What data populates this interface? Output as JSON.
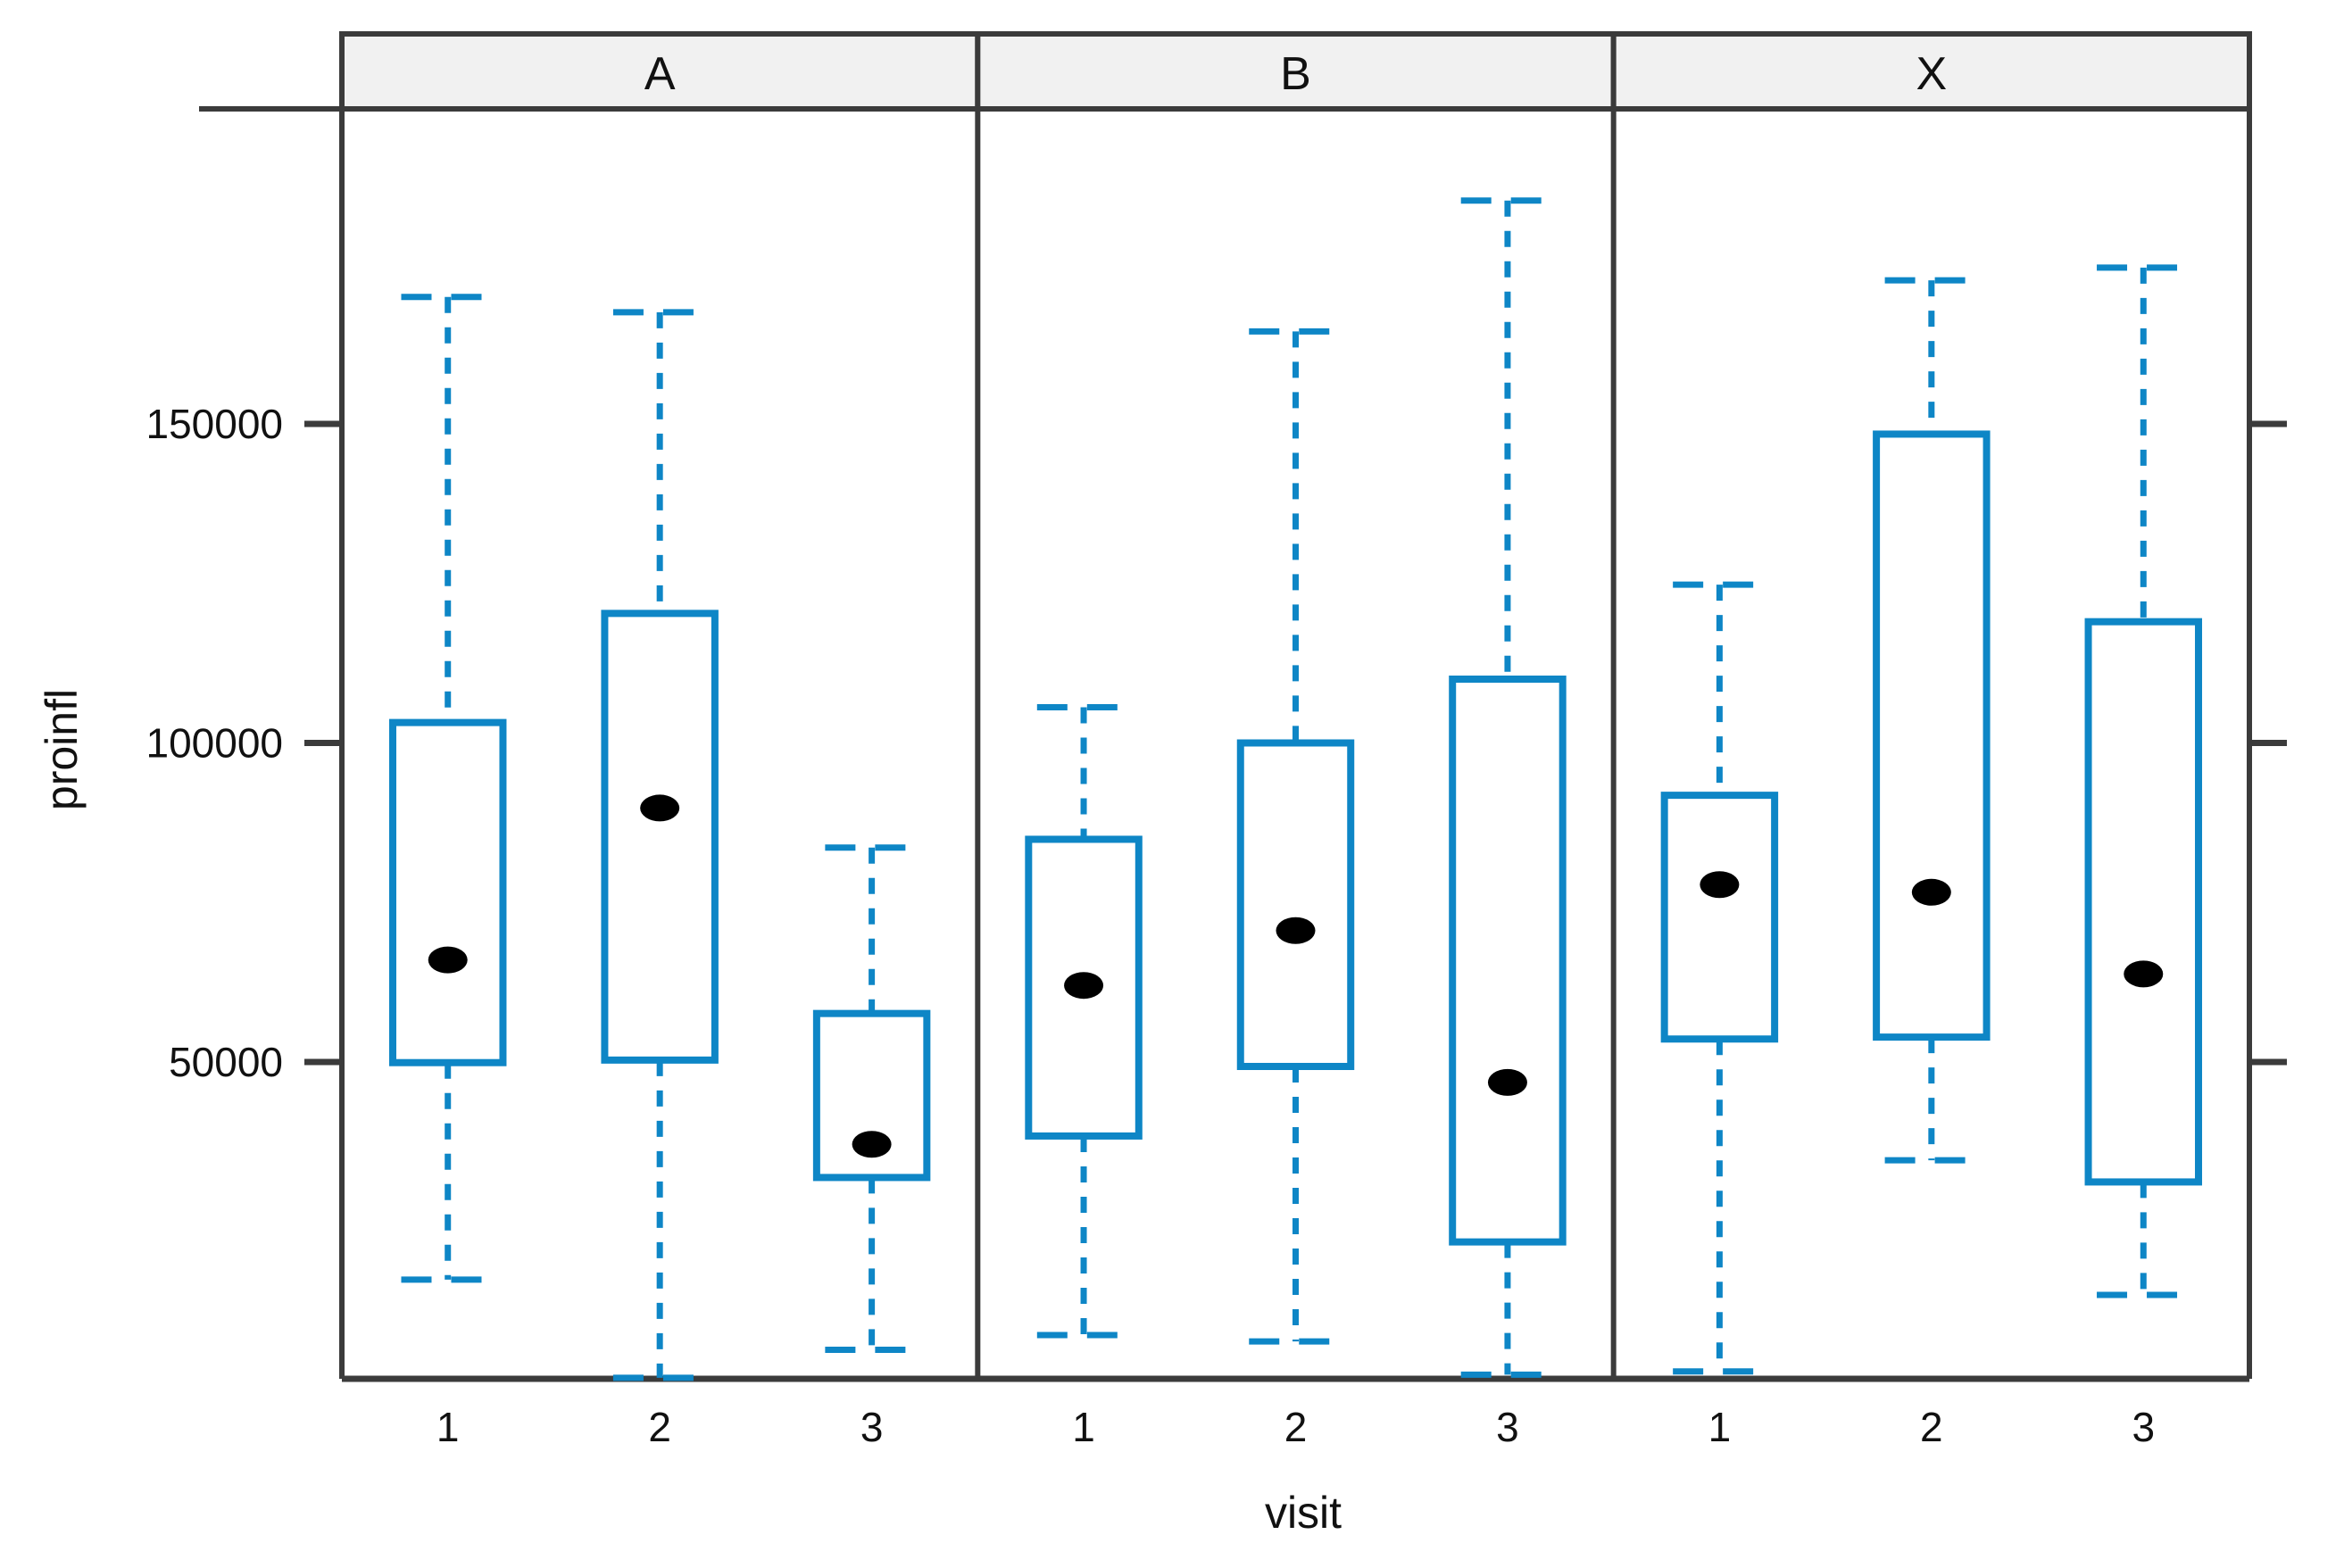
{
  "chart_data": {
    "type": "box",
    "title": "",
    "xlabel": "visit",
    "ylabel": "proinfl",
    "ylim": [
      0,
      195000
    ],
    "yticks": [
      50000,
      100000,
      150000
    ],
    "ytick_labels": [
      "50000",
      "100000",
      "150000"
    ],
    "grid": false,
    "legend": null,
    "panel_variable": "group",
    "panels": [
      "A",
      "B",
      "X"
    ],
    "categories": [
      "1",
      "2",
      "3"
    ],
    "box_color": "#0e86c6",
    "mean_marker_color": "#000000",
    "whisker_style": "dashed",
    "series": [
      {
        "panel": "A",
        "boxes": [
          {
            "category": "1",
            "lower_whisker": 15900,
            "q1": 49900,
            "median": null,
            "q3": 103200,
            "upper_whisker": 169900,
            "mean": 66000
          },
          {
            "category": "2",
            "lower_whisker": 500,
            "q1": 50300,
            "median": null,
            "q3": 120300,
            "upper_whisker": 167500,
            "mean": 89800
          },
          {
            "category": "3",
            "lower_whisker": 4900,
            "q1": 31900,
            "median": null,
            "q3": 57600,
            "upper_whisker": 83600,
            "mean": 37100
          }
        ]
      },
      {
        "panel": "B",
        "boxes": [
          {
            "category": "1",
            "lower_whisker": 7200,
            "q1": 38400,
            "median": null,
            "q3": 84900,
            "upper_whisker": 105600,
            "mean": 62000
          },
          {
            "category": "2",
            "lower_whisker": 6200,
            "q1": 49300,
            "median": null,
            "q3": 100000,
            "upper_whisker": 164500,
            "mean": 70600
          },
          {
            "category": "3",
            "lower_whisker": 1000,
            "q1": 21800,
            "median": null,
            "q3": 110000,
            "upper_whisker": 185000,
            "mean": 46800
          }
        ]
      },
      {
        "panel": "X",
        "boxes": [
          {
            "category": "1",
            "lower_whisker": 1500,
            "q1": 53600,
            "median": null,
            "q3": 91800,
            "upper_whisker": 124800,
            "mean": 77800
          },
          {
            "category": "2",
            "lower_whisker": 34600,
            "q1": 53900,
            "median": null,
            "q3": 148400,
            "upper_whisker": 172500,
            "mean": 76600
          },
          {
            "category": "3",
            "lower_whisker": 13500,
            "q1": 31200,
            "median": null,
            "q3": 119000,
            "upper_whisker": 174500,
            "mean": 63800
          }
        ]
      }
    ]
  },
  "axis": {
    "y_title": "proinfl",
    "x_title": "visit",
    "y_tick_labels": [
      "150000",
      "100000",
      "50000"
    ],
    "x_tick_labels": [
      "1",
      "2",
      "3"
    ]
  },
  "strips": [
    {
      "label": "A"
    },
    {
      "label": "B"
    },
    {
      "label": "X"
    }
  ],
  "colors": {
    "box_blue": "#0e86c6",
    "axis_dark": "#3b3b3b",
    "strip_bg": "#f1f1f1",
    "mean_dot": "#000000",
    "text": "#111111"
  }
}
